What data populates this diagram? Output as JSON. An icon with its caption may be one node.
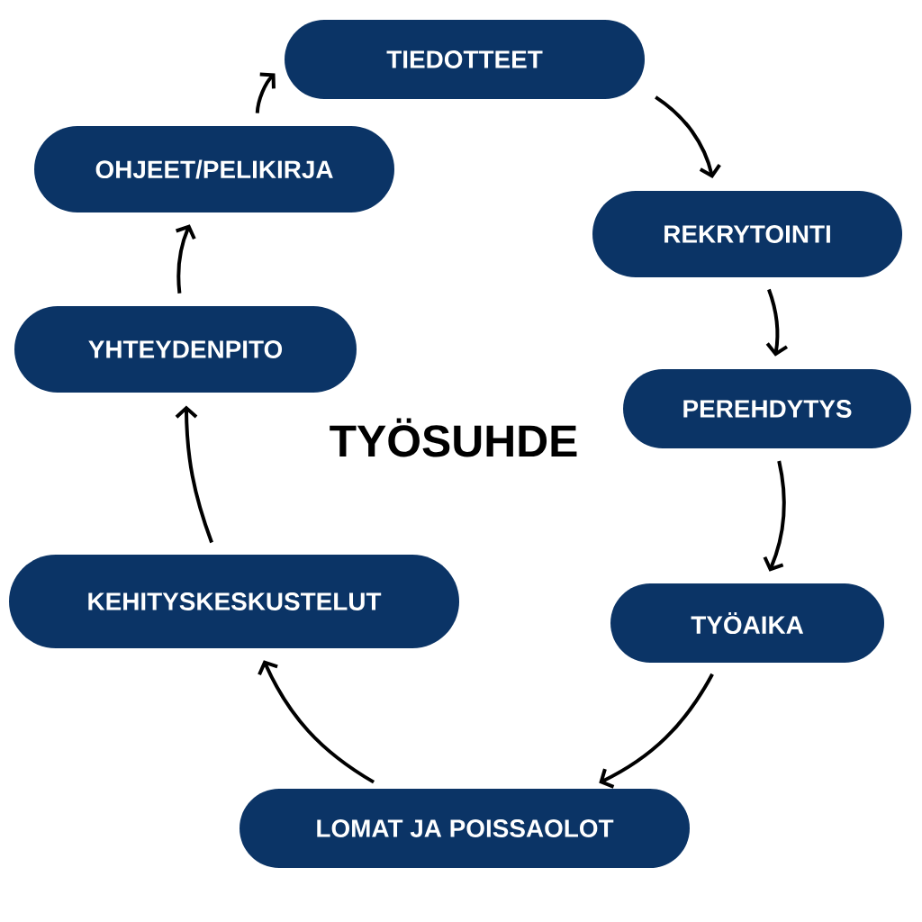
{
  "diagram": {
    "title": "TYÖSUHDE",
    "nodes": [
      {
        "text": [
          "TIEDOTTEET"
        ]
      },
      {
        "text": [
          "REKRYTOINTI"
        ]
      },
      {
        "text": [
          "PEREHDYTYS"
        ]
      },
      {
        "text": [
          "TYÖAIKA"
        ]
      },
      {
        "text": [
          "LOMAT JA POISSAOLOT"
        ]
      },
      {
        "text": [
          "KEHITYSKESKUSTELUT"
        ]
      },
      {
        "text": [
          "YHTEYDENPITO"
        ]
      },
      {
        "text": [
          "OHJEET/PELIKIRJA"
        ]
      }
    ],
    "edges": [
      {
        "from": 0,
        "to": 1,
        "arrow": "to"
      },
      {
        "from": 1,
        "to": 2,
        "arrow": "to"
      },
      {
        "from": 2,
        "to": 3,
        "arrow": "to"
      },
      {
        "from": 3,
        "to": 4,
        "arrow": "to"
      },
      {
        "from": 4,
        "to": 5,
        "arrow": "to"
      },
      {
        "from": 5,
        "to": 6,
        "arrow": "to"
      },
      {
        "from": 6,
        "to": 7,
        "arrow": "to"
      },
      {
        "from": 7,
        "to": 0,
        "arrow": "to"
      }
    ]
  }
}
